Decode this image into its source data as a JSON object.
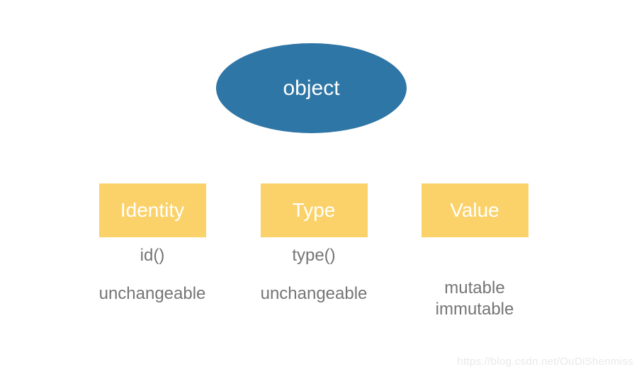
{
  "page": {
    "background": "#ffffff",
    "watermark": "https://blog.csdn.net/OuDiShenmiss"
  },
  "diagram": {
    "root_label": "object",
    "columns": [
      {
        "name": "identity",
        "label": "Identity",
        "func": "id()",
        "notes": [
          "unchangeable"
        ]
      },
      {
        "name": "type",
        "label": "Type",
        "func": "type()",
        "notes": [
          "unchangeable"
        ]
      },
      {
        "name": "value",
        "label": "Value",
        "func": "",
        "notes": [
          "mutable",
          "immutable"
        ]
      }
    ],
    "colors": {
      "ellipse_fill": "#2e76a6",
      "box_fill": "#fbd269",
      "label_text": "#ffffff",
      "detail_text": "#757575",
      "watermark_text": "#e9e9e9"
    }
  }
}
